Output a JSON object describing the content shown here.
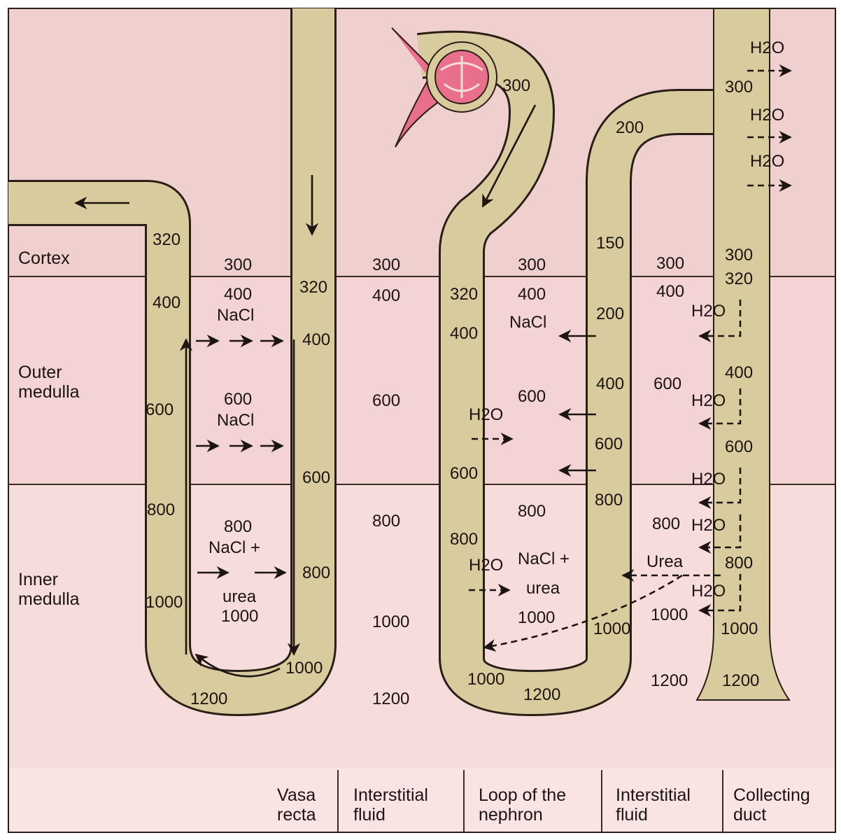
{
  "zones": {
    "cortex": [
      "Cortex"
    ],
    "outer": [
      "Outer",
      "medulla"
    ],
    "inner": [
      "Inner",
      "medulla"
    ]
  },
  "footer": {
    "vasa": [
      "Vasa",
      "recta"
    ],
    "interstitial1": [
      "Interstitial",
      "fluid"
    ],
    "loop": [
      "Loop of the",
      "nephron"
    ],
    "interstitial2": [
      "Interstitial",
      "fluid"
    ],
    "collecting": [
      "Collecting",
      "duct"
    ]
  },
  "labels": {
    "v320a": "320",
    "v400a": "400",
    "v600a": "600",
    "v800a": "800",
    "v1000a": "1000",
    "v1200a": "1200",
    "v300b": "300",
    "v400nacl_n": "400",
    "v400nacl_t": "NaCl",
    "v600nacl_n": "600",
    "v600nacl_t": "NaCl",
    "v800nacl_n": "800",
    "v800nacl_t": "NaCl +",
    "v_urea": "urea",
    "v_urea1000": "1000",
    "v320c": "320",
    "v400c": "400",
    "v600c": "600",
    "v800c": "800",
    "v1000c": "1000",
    "i300": "300",
    "i400": "400",
    "i600": "600",
    "i800": "800",
    "i1000": "1000",
    "i1200": "1200",
    "n300top": "300",
    "n320": "320",
    "n400": "400",
    "n600": "600",
    "n800": "800",
    "n1000": "1000",
    "n1200": "1200",
    "n_h2o_1": "H2O",
    "n_h2o_2": "H2O",
    "m300": "300",
    "m400": "400",
    "m_nacl": "NaCl",
    "m600": "600",
    "m800": "800",
    "m_nacl_plus": "NaCl +",
    "m_urea": "urea",
    "m1000": "1000",
    "a200top": "200",
    "a150": "150",
    "a200": "200",
    "a400": "400",
    "a600": "600",
    "a800": "800",
    "a1000": "1000",
    "j300": "300",
    "j400": "400",
    "j600": "600",
    "j800": "800",
    "j1000": "1000",
    "j1200": "1200",
    "j_urea": "Urea",
    "c300a": "300",
    "c300b": "300",
    "c320": "320",
    "c400": "400",
    "c600": "600",
    "c800": "800",
    "c1000": "1000",
    "c1200": "1200",
    "c_h2o_1": "H2O",
    "c_h2o_2": "H2O",
    "c_h2o_3": "H2O",
    "c_h2o_4": "H2O",
    "c_h2o_5": "H2O",
    "c_h2o_6": "H2O",
    "c_h2o_7": "H2O",
    "c_h2o_8": "H2O"
  },
  "colors": {
    "cortex_bg": "#f0cfcf",
    "medulla_bg": "#f6dada",
    "tube_fill": "#d8cc9e",
    "glomerulus": "#e8708c",
    "text": "#1c1410"
  }
}
